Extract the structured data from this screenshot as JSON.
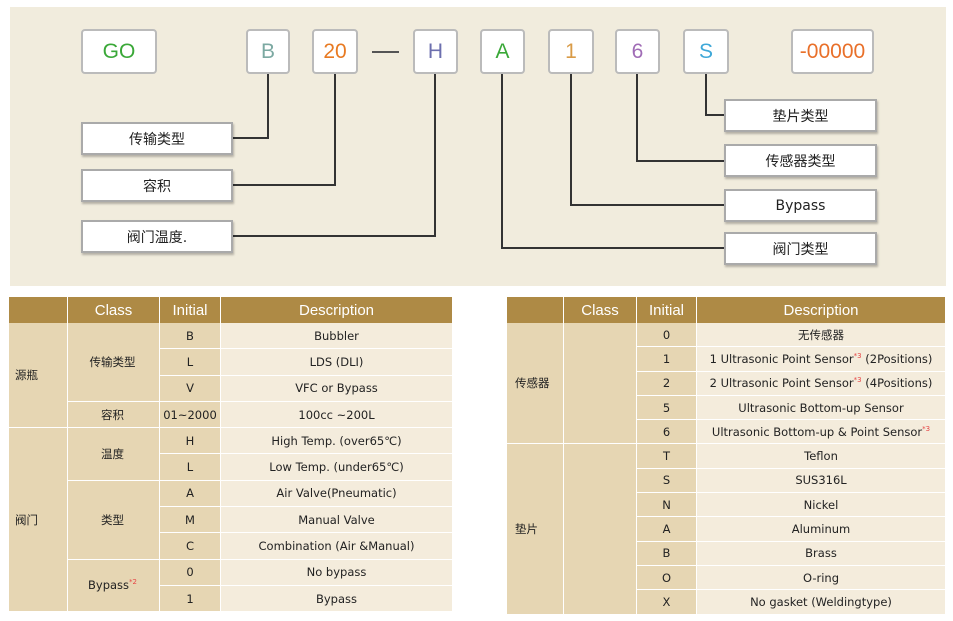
{
  "code_segments": [
    {
      "text": "GO",
      "color": "#3aa838"
    },
    {
      "text": "B",
      "color": "#7ca9a2"
    },
    {
      "text": "20",
      "color": "#e87a22"
    },
    {
      "text": "H",
      "color": "#6c6fae"
    },
    {
      "text": "A",
      "color": "#3aa838"
    },
    {
      "text": "1",
      "color": "#d99b47"
    },
    {
      "text": "6",
      "color": "#a06cb6"
    },
    {
      "text": "S",
      "color": "#3fa8d8"
    },
    {
      "text": "-00000",
      "color": "#e9702a"
    }
  ],
  "left_labels": [
    "传输类型",
    "容积",
    "阀门温度."
  ],
  "right_labels": [
    "垫片类型",
    "传感器类型",
    "Bypass",
    "阀门类型"
  ],
  "left_table": {
    "headers": [
      "",
      "Class",
      "Initial",
      "Description"
    ],
    "groups": [
      {
        "name": "源瓶",
        "classes": [
          {
            "name": "传输类型",
            "rows": [
              {
                "initial": "B",
                "desc": "Bubbler"
              },
              {
                "initial": "L",
                "desc": "LDS (DLI)"
              },
              {
                "initial": "V",
                "desc": "VFC or Bypass"
              }
            ]
          },
          {
            "name": "容积",
            "rows": [
              {
                "initial": "01~2000",
                "desc": "100cc ~200L"
              }
            ]
          }
        ]
      },
      {
        "name": "阀门",
        "classes": [
          {
            "name": "温度",
            "rows": [
              {
                "initial": "H",
                "desc": "High Temp. (over65℃)"
              },
              {
                "initial": "L",
                "desc": "Low Temp. (under65℃)"
              }
            ]
          },
          {
            "name": "类型",
            "rows": [
              {
                "initial": "A",
                "desc": "Air Valve(Pneumatic)"
              },
              {
                "initial": "M",
                "desc": "Manual Valve"
              },
              {
                "initial": "C",
                "desc": "Combination (Air &Manual)"
              }
            ]
          },
          {
            "name": "Bypass",
            "note": "*2",
            "rows": [
              {
                "initial": "0",
                "desc": "No bypass"
              },
              {
                "initial": "1",
                "desc": "Bypass"
              }
            ]
          }
        ]
      }
    ]
  },
  "right_table": {
    "headers": [
      "",
      "Class",
      "Initial",
      "Description"
    ],
    "groups": [
      {
        "name": "传感器",
        "rows": [
          {
            "initial": "0",
            "desc": "无传感器"
          },
          {
            "initial": "1",
            "desc": "1 Ultrasonic Point Sensor",
            "note": "*3",
            "desc_suffix": " (2Positions)"
          },
          {
            "initial": "2",
            "desc": "2 Ultrasonic Point Sensor",
            "note": "*3",
            "desc_suffix": " (4Positions)"
          },
          {
            "initial": "5",
            "desc": "Ultrasonic Bottom-up Sensor"
          },
          {
            "initial": "6",
            "desc": "Ultrasonic Bottom-up & Point Sensor",
            "note": "*3"
          }
        ]
      },
      {
        "name": "垫片",
        "rows": [
          {
            "initial": "T",
            "desc": "Teflon"
          },
          {
            "initial": "S",
            "desc": "SUS316L"
          },
          {
            "initial": "N",
            "desc": "Nickel"
          },
          {
            "initial": "A",
            "desc": "Aluminum"
          },
          {
            "initial": "B",
            "desc": "Brass"
          },
          {
            "initial": "O",
            "desc": "O-ring"
          },
          {
            "initial": "X",
            "desc": "No gasket (Weldingtype)"
          }
        ]
      }
    ]
  }
}
